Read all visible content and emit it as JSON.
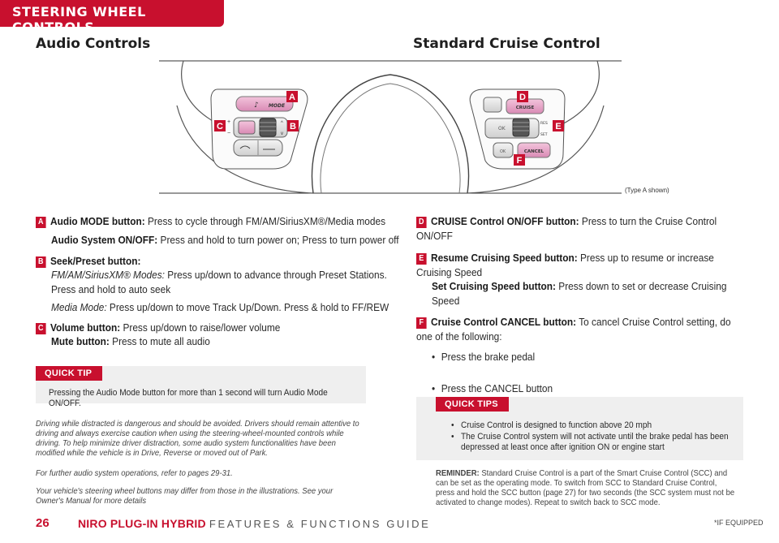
{
  "header": {
    "section_tab": "STEERING WHEEL CONTROLS"
  },
  "titles": {
    "audio": "Audio Controls",
    "cruise": "Standard Cruise Control"
  },
  "illustration": {
    "labels": {
      "a": "A",
      "b": "B",
      "c": "C",
      "d": "D",
      "e": "E",
      "f": "F"
    },
    "button_text": {
      "mode": "MODE",
      "cruise": "CRUISE",
      "cancel": "CANCEL",
      "res": "RES",
      "set": "SET",
      "ok": "OK"
    },
    "caption": "(Type A shown)"
  },
  "left": {
    "a": {
      "badge": "A",
      "title1": "Audio MODE button:",
      "text1": "Press to cycle through FM/AM/SiriusXM®/Media modes",
      "title2": "Audio System ON/OFF:",
      "text2": "Press and hold to turn power on; Press to turn power off"
    },
    "b": {
      "badge": "B",
      "title": "Seek/Preset button:",
      "sub1": "FM/AM/SiriusXM® Modes:",
      "text1": "Press up/down to advance through Preset Stations. Press and hold to auto seek",
      "sub2": "Media Mode:",
      "text2": "Press up/down to move Track Up/Down. Press & hold to FF/REW"
    },
    "c": {
      "badge": "C",
      "title1": "Volume button:",
      "text1": "Press up/down to raise/lower volume",
      "title2": "Mute button:",
      "text2": "Press to mute all audio"
    }
  },
  "quick_tip": {
    "label": "QUICK TIP",
    "text": "Pressing the Audio Mode button for more than 1 second will turn Audio Mode ON/OFF."
  },
  "warnings": {
    "driving": "Driving while distracted is dangerous and should be avoided. Drivers should remain attentive to driving and always exercise caution when using the steering-wheel-mounted controls while driving. To help minimize driver distraction, some audio system functionalities have been modified while the vehicle is in Drive, Reverse or moved out of Park.",
    "further": "For further audio system operations, refer to pages 29-31.",
    "vehicle": "Your vehicle's steering wheel buttons may differ from those in the illustrations. See your Owner's Manual for more details"
  },
  "right": {
    "d": {
      "badge": "D",
      "title": "CRUISE Control ON/OFF button:",
      "text": "Press to turn the Cruise Control ON/OFF"
    },
    "e": {
      "badge": "E",
      "title1": "Resume Cruising Speed button:",
      "text1": "Press up to resume or increase Cruising Speed",
      "title2": "Set Cruising Speed button:",
      "text2": "Press down to set or decrease Cruising Speed"
    },
    "f": {
      "badge": "F",
      "title": "Cruise Control CANCEL button:",
      "text": "To cancel Cruise Control setting, do one of the following:",
      "bullets": [
        "Press the brake pedal",
        "Press the CANCEL button"
      ]
    }
  },
  "quick_tips": {
    "label": "QUICK TIPS",
    "items": [
      "Cruise Control is designed to function above 20 mph",
      "The Cruise Control system will not activate until the brake pedal has been depressed at least once after ignition ON or engine start"
    ]
  },
  "reminder": {
    "label": "REMINDER:",
    "text": "Standard Cruise Control is a part of the Smart Cruise Control (SCC) and can be set as the operating mode. To switch from SCC to Standard Cruise Control, press and hold the SCC button (page 27) for two seconds (the SCC system must not be activated to change modes). Repeat to switch back to SCC mode."
  },
  "footer": {
    "page_number": "26",
    "title": "NIRO PLUG-IN HYBRID",
    "subtitle": "FEATURES & FUNCTIONS GUIDE",
    "note": "*IF EQUIPPED"
  },
  "colors": {
    "accent": "#c8102e",
    "tip_bg": "#efefef",
    "button_pink": "#e8a8c8"
  }
}
